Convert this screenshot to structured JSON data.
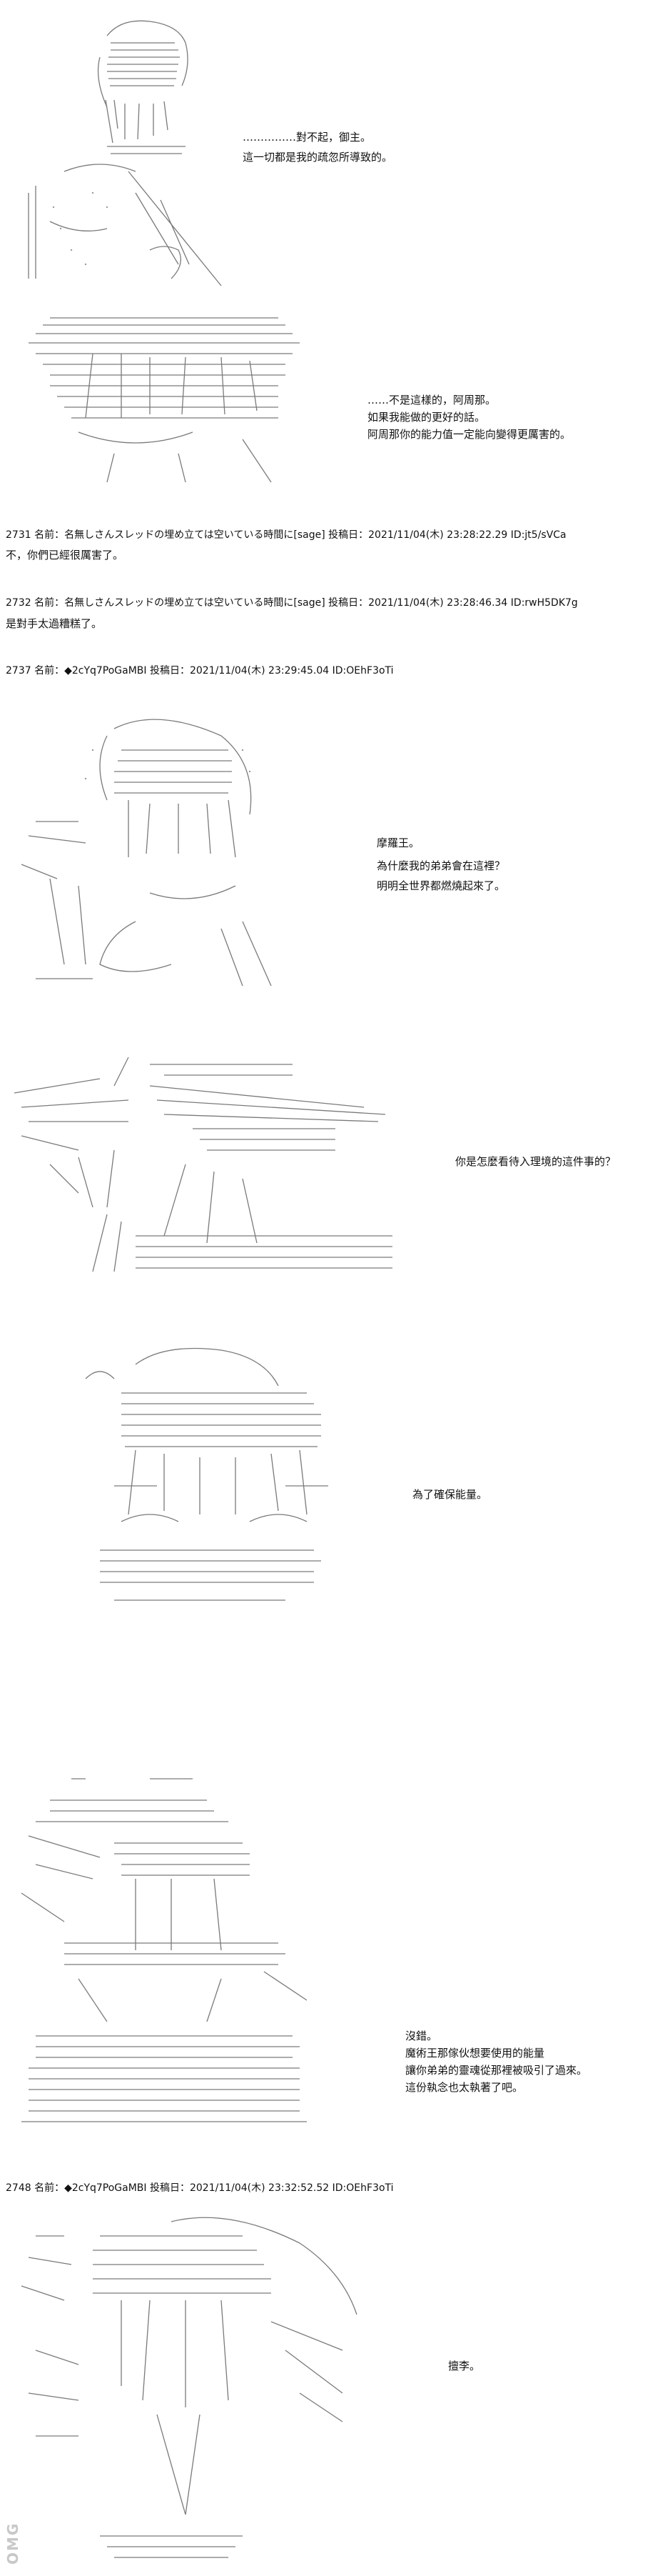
{
  "panels": [
    {
      "id": "p1",
      "lines": [
        "……………對不起，御主。",
        "這一切都是我的疏忽所導致的。"
      ]
    },
    {
      "id": "p2",
      "lines": [
        "……不是這樣的，阿周那。",
        "如果我能做的更好的話。",
        "阿周那你的能力值一定能向變得更厲害的。"
      ]
    },
    {
      "id": "p3",
      "lines": [
        "摩羅王。",
        "為什麼我的弟弟會在這裡？",
        "明明全世界都燃燒起來了。"
      ]
    },
    {
      "id": "p4",
      "lines": [
        "你是怎麼看待入理境的這件事的？"
      ]
    },
    {
      "id": "p5",
      "lines": [
        "為了確保能量。"
      ]
    },
    {
      "id": "p6",
      "lines": [
        "沒錯。",
        "魔術王那傢伙想要使用的能量",
        "讓你弟弟的靈魂從那裡被吸引了過來。",
        "這份執念也太執著了吧。"
      ]
    },
    {
      "id": "p7",
      "lines": [
        "擅李。"
      ]
    }
  ],
  "posts": [
    {
      "header": "2731 名前：名無しさんスレッドの埋め立ては空いている時間に[sage] 投稿日：2021/11/04(木) 23:28:22.29 ID:jt5/sVCa",
      "body": "不，你們已經很厲害了。"
    },
    {
      "header": "2732 名前：名無しさんスレッドの埋め立ては空いている時間に[sage] 投稿日：2021/11/04(木) 23:28:46.34 ID:rwH5DK7g",
      "body": "是對手太過糟糕了。"
    },
    {
      "header": "2737 名前：◆2cYq7PoGaMBI 投稿日：2021/11/04(木) 23:29:45.04 ID:OEhF3oTi",
      "body": ""
    },
    {
      "header": "2748 名前：◆2cYq7PoGaMBI 投稿日：2021/11/04(木) 23:32:52.52 ID:OEhF3oTi",
      "body": ""
    }
  ],
  "watermark": "OMG"
}
